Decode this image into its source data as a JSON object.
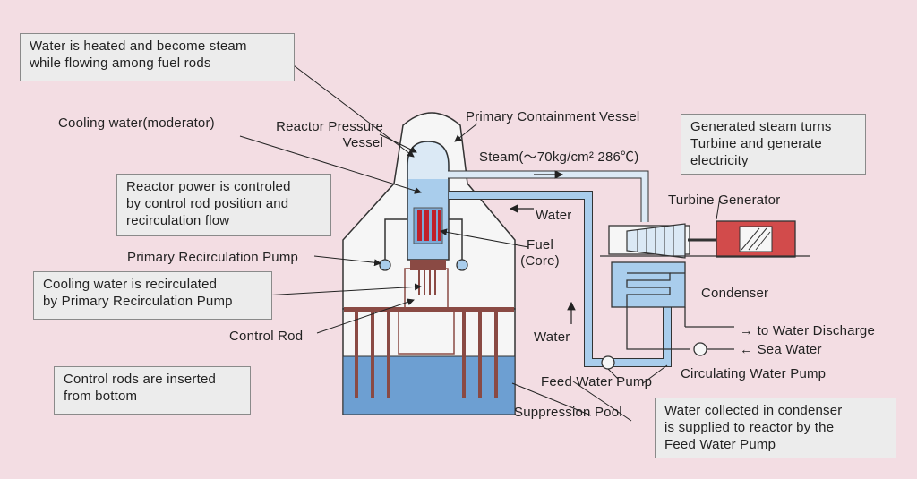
{
  "notes": {
    "heated_steam": "Water is heated and become steam\nwhile flowing among fuel rods",
    "reactor_power": "Reactor power is controled\nby control rod position and\nrecirculation flow",
    "recirculated": "Cooling water is recirculated\nby Primary Recirculation Pump",
    "control_rods": "Control rods are inserted\nfrom bottom",
    "turbine": "Generated steam turns\nTurbine and generate\nelectricity",
    "feed_water": "Water collected in condenser\nis supplied to reactor by the\nFeed Water Pump"
  },
  "labels": {
    "cooling_water": "Cooling water(moderator)",
    "reactor_pressure_vessel": "Reactor Pressure\nVessel",
    "primary_containment_vessel": "Primary Containment Vessel",
    "steam": "Steam(～70kg/cm² 286℃)",
    "water_upper": "Water",
    "fuel": "Fuel\n(Core)",
    "primary_recirculation_pump": "Primary Recirculation Pump",
    "control_rod": "Control Rod",
    "turbine_generator": "Turbine Generator",
    "condenser": "Condenser",
    "water_discharge": "→ to Water Discharge",
    "sea_water": "← Sea Water",
    "water_lower": "Water",
    "circulating_water_pump": "Circulating Water Pump",
    "feed_water_pump": "Feed Water Pump",
    "suppression_pool": "Suppression Pool"
  },
  "colors": {
    "background": "#f3dde3",
    "water": "#a9cdec",
    "pool": "#6d9fd2",
    "steam": "#dbe9f5",
    "fuel": "#c0202a",
    "generator": "#d24b4b",
    "rod": "#8a4a44",
    "structure": "#f5f5f5"
  }
}
